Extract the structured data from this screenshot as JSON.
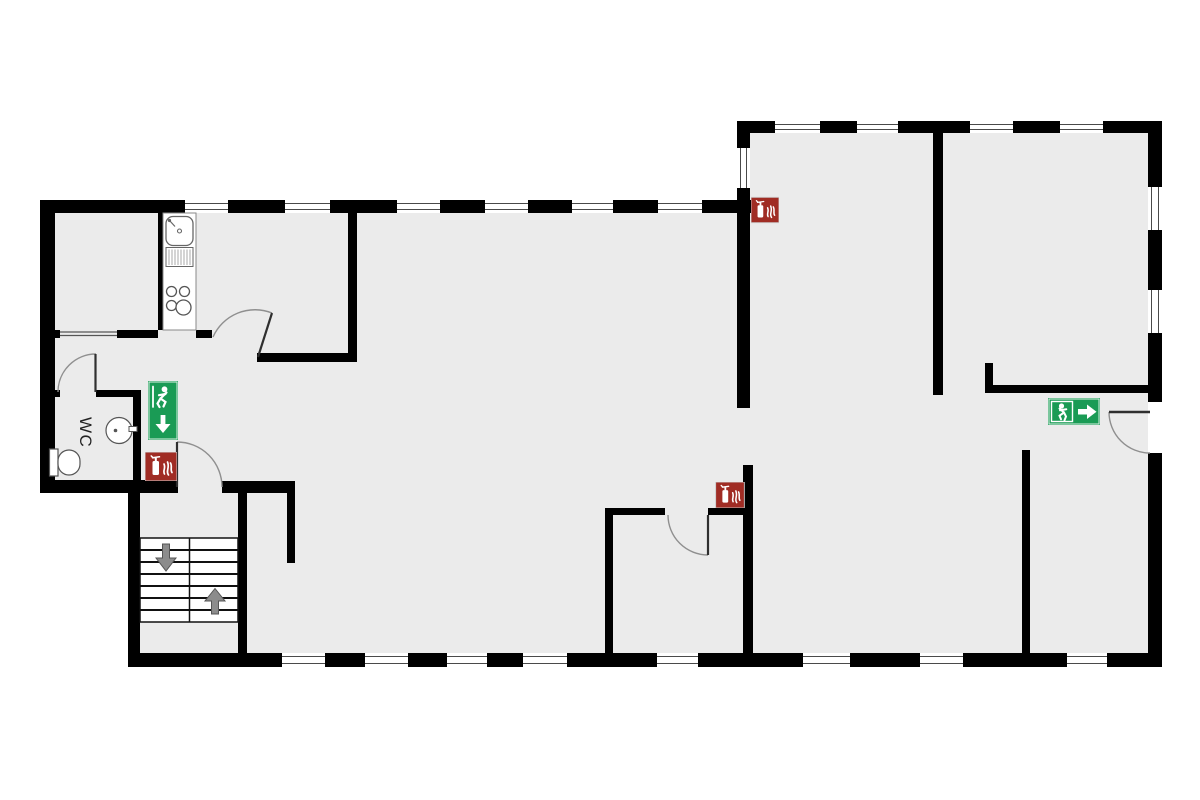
{
  "labels": {
    "wc_room": "WC"
  },
  "colors": {
    "floor": "#ebebeb",
    "wall": "#000000",
    "exit_green": "#1a9b55",
    "extinguisher_red": "#a02c24",
    "stair_arrow_fill": "#8c8c8c",
    "stair_arrow_stroke": "#555555",
    "window_line": "#4a4a4a",
    "door_leaf": "#2f2f2f",
    "door_arc": "#8f8f8f",
    "fixture_line": "#555555"
  },
  "icons": {
    "exit_sign_left": "running-man-exit-down-arrow-icon",
    "exit_sign_right": "running-man-exit-right-arrow-icon",
    "fire_extinguisher_sign": "fire-extinguisher-flames-icon",
    "stairs_down": "down-arrow-icon",
    "stairs_up": "up-arrow-icon"
  },
  "fixtures": {
    "toilet": "toilet",
    "wash_basin": "wash-basin",
    "kitchen_sink": "kitchen-sink-with-drainer",
    "stove": "four-burner-stove",
    "stairs": "double-flight-staircase"
  }
}
